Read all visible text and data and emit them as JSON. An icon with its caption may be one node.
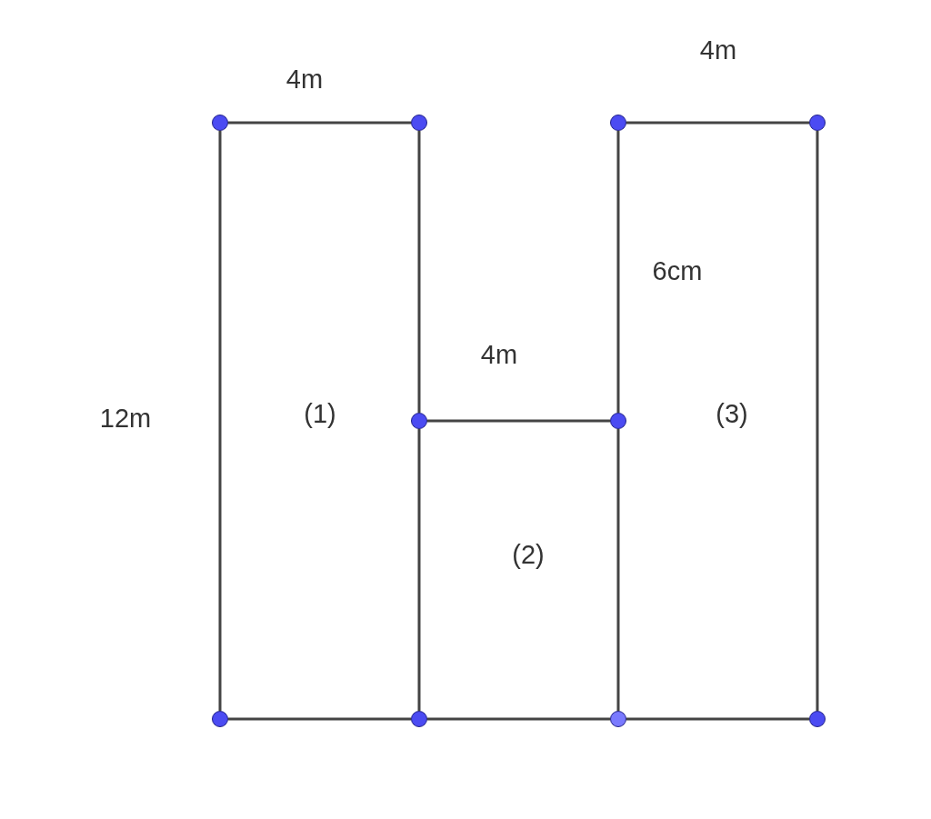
{
  "diagram": {
    "nodes": [
      {
        "text": [],
        "shape": "circle"
      },
      {
        "text": [],
        "shape": "circle"
      },
      {
        "text": [],
        "shape": "circle"
      },
      {
        "text": [],
        "shape": "circle"
      },
      {
        "text": [],
        "shape": "circle"
      },
      {
        "text": [],
        "shape": "circle"
      },
      {
        "text": [],
        "shape": "circle"
      },
      {
        "text": [],
        "shape": "circle"
      },
      {
        "text": [],
        "shape": "circle"
      },
      {
        "text": [],
        "shape": "circle"
      }
    ],
    "edges": [
      {
        "from": 0,
        "to": 1,
        "arrow": "none"
      },
      {
        "from": 2,
        "to": 3,
        "arrow": "none"
      },
      {
        "from": 0,
        "to": 6,
        "arrow": "none"
      },
      {
        "from": 1,
        "to": 4,
        "arrow": "none"
      },
      {
        "from": 2,
        "to": 5,
        "arrow": "none"
      },
      {
        "from": 3,
        "to": 9,
        "arrow": "none"
      },
      {
        "from": 4,
        "to": 5,
        "arrow": "none"
      },
      {
        "from": 4,
        "to": 7,
        "arrow": "none"
      },
      {
        "from": 5,
        "to": 8,
        "arrow": "none"
      },
      {
        "from": 6,
        "to": 7,
        "arrow": "none"
      },
      {
        "from": 7,
        "to": 8,
        "arrow": "none"
      },
      {
        "from": 8,
        "to": 9,
        "arrow": "none"
      }
    ],
    "labels": [
      "4m",
      "4m",
      "6cm",
      "4m",
      "12m",
      "(1)",
      "(3)",
      "(2)"
    ]
  }
}
